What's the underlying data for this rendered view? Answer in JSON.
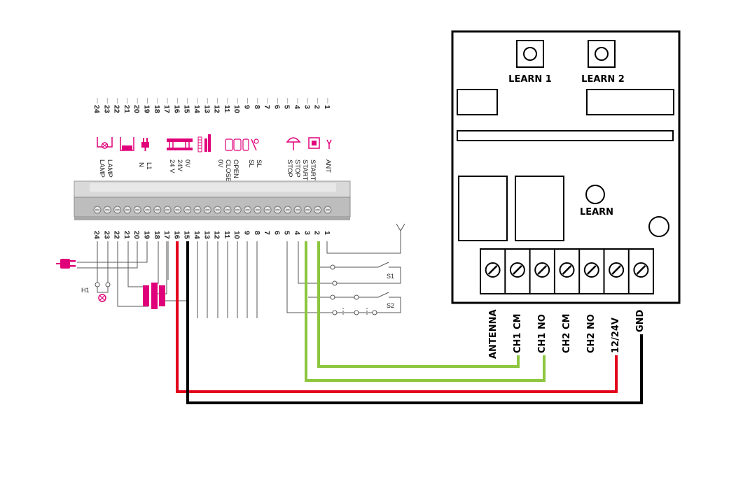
{
  "receiver": {
    "buttons": [
      "LEARN 1",
      "LEARN 2"
    ],
    "learn_label": "LEARN",
    "terminals": [
      "ANTENNA",
      "CH1 CM",
      "CH1 NO",
      "CH2 CM",
      "CH2 NO",
      "12/24V",
      "GND"
    ]
  },
  "panel": {
    "top_numbers": [
      "24",
      "23",
      "22",
      "21",
      "20",
      "19",
      "18",
      "17",
      "16",
      "15",
      "14",
      "13",
      "12",
      "11",
      "10",
      "9",
      "8",
      "7",
      "6",
      "5",
      "4",
      "3",
      "2",
      "1"
    ],
    "bottom_numbers": [
      "24",
      "23",
      "22",
      "21",
      "20",
      "19",
      "18",
      "17",
      "16",
      "15",
      "14",
      "13",
      "12",
      "11",
      "10",
      "9",
      "8",
      "7",
      "6",
      "5",
      "4",
      "3",
      "2",
      "1"
    ],
    "func_labels": [
      {
        "a": "LAMP",
        "b": "LAMP"
      },
      {
        "a": "L1",
        "b": "N"
      },
      {
        "a": "0V",
        "b": "24V",
        "c": "24 V"
      },
      {
        "a": "0V",
        "b": "CLOSE",
        "c": "OPEN"
      },
      {
        "a": "SL",
        "b": "SL"
      },
      {
        "a": "STOP",
        "b": "STOP",
        "c": "START",
        "d": "START",
        "e": "ANT"
      }
    ],
    "h1": "H1",
    "s1": "S1",
    "s2": "S2"
  },
  "colors": {
    "wire_red": "#e3001b",
    "wire_black": "#000000",
    "wire_green": "#8dc63f",
    "icon_magenta": "#e0007a"
  }
}
